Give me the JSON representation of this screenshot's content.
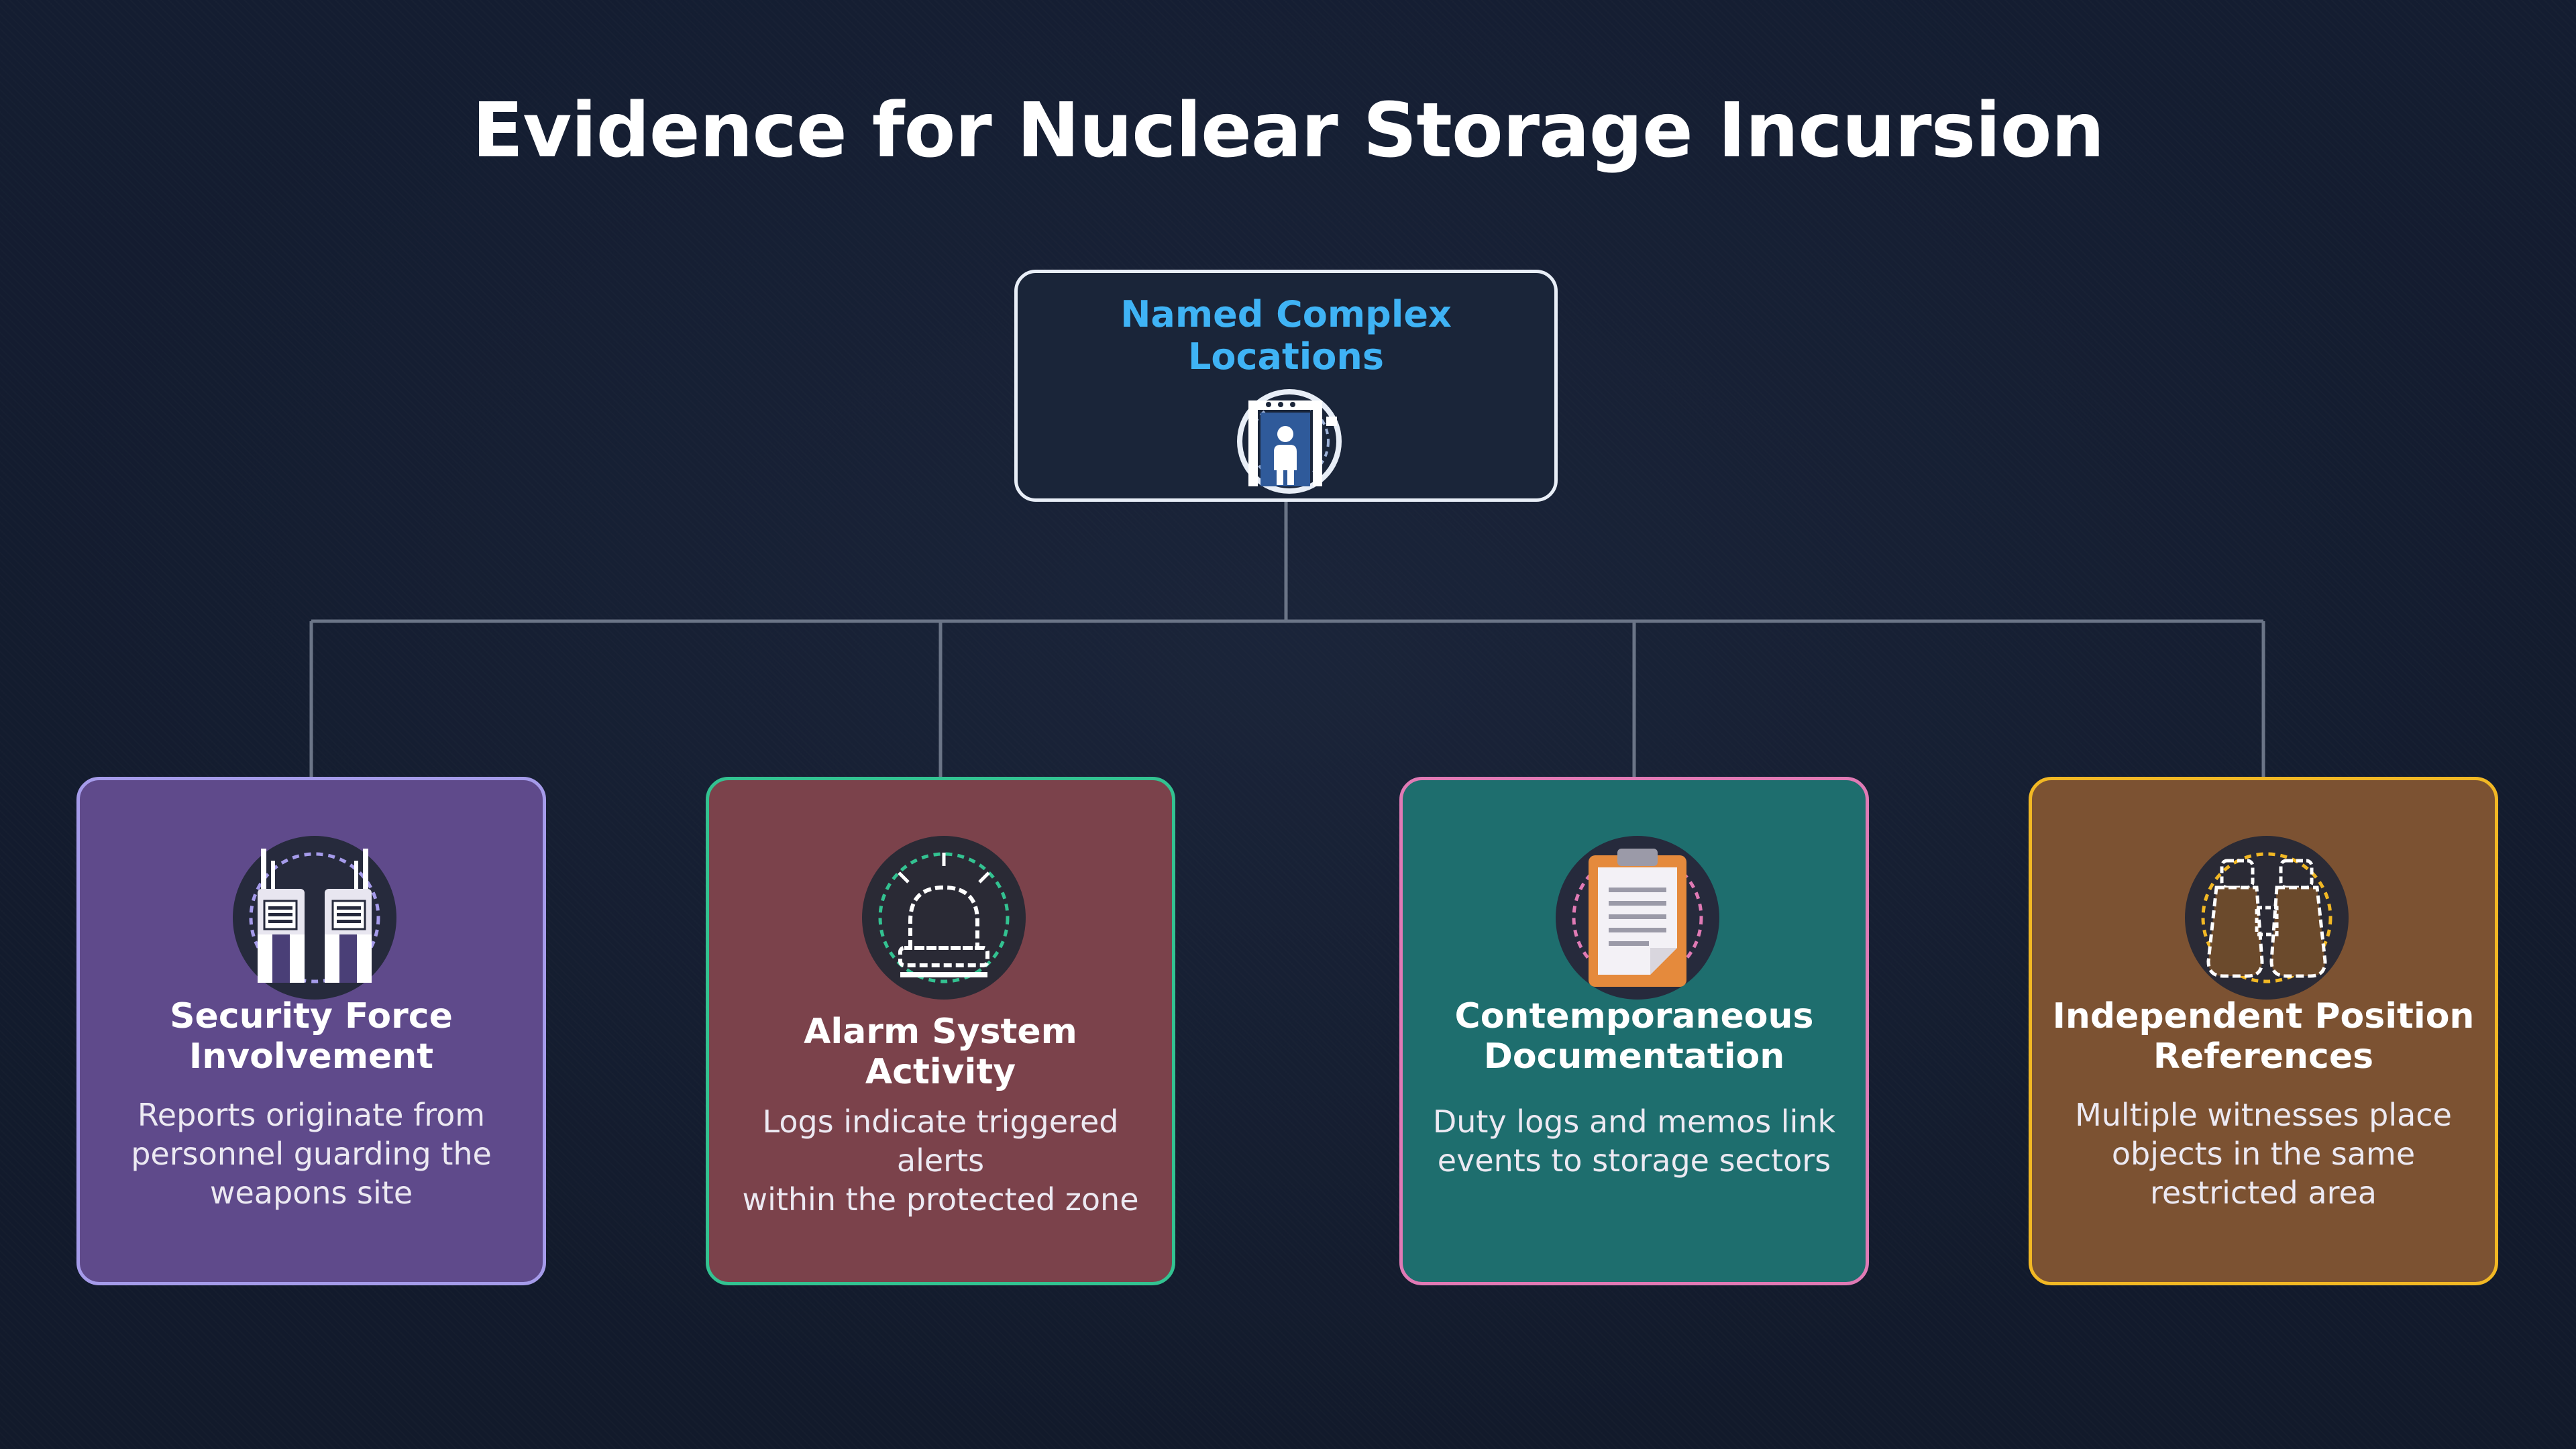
{
  "diagram": {
    "title": "Evidence for Nuclear Storage Incursion",
    "root": {
      "label": "Named Complex Locations",
      "icon": "security-gate-icon"
    },
    "cards": [
      {
        "title_line1": "Security Force",
        "title_line2": "Involvement",
        "desc_line1": "Reports originate from",
        "desc_line2": "personnel guarding the",
        "desc_line3": "weapons site",
        "icon": "walkie-talkie-icon",
        "accent": "#a59bea"
      },
      {
        "title_line1": "Alarm System Activity",
        "desc_line1": "Logs indicate triggered alerts",
        "desc_line2": "within the protected zone",
        "icon": "alarm-siren-icon",
        "accent": "#33c291"
      },
      {
        "title_line1": "Contemporaneous",
        "title_line2": "Documentation",
        "desc_line1": "Duty logs and memos link",
        "desc_line2": "events to storage sectors",
        "icon": "clipboard-icon",
        "accent": "#e07ab5"
      },
      {
        "title_line1": "Independent Position",
        "title_line2": "References",
        "desc_line1": "Multiple witnesses place",
        "desc_line2": "objects in the same",
        "desc_line3": "restricted area",
        "icon": "binoculars-icon",
        "accent": "#f2b824"
      }
    ]
  }
}
